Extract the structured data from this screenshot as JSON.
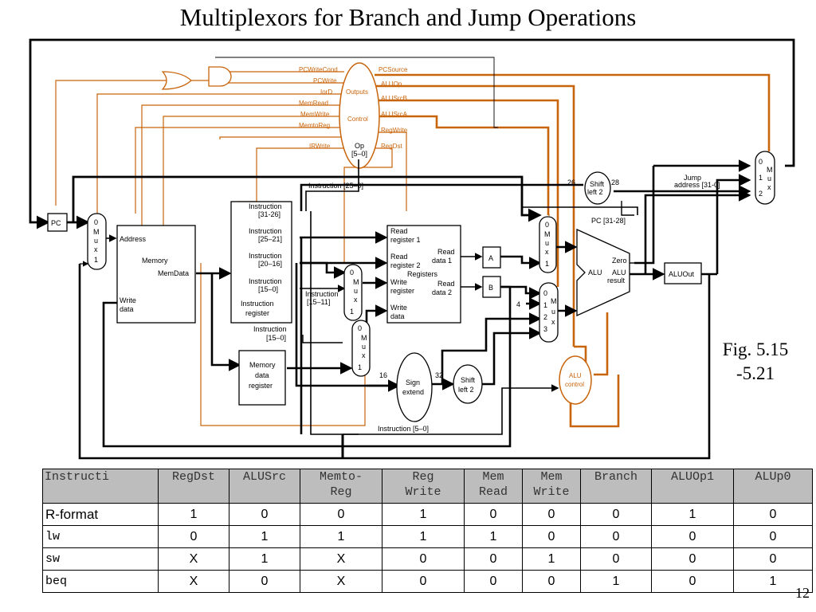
{
  "title": "Multiplexors for Branch and Jump Operations",
  "figure_ref": "Fig. 5.15 -5.21",
  "page_number": "12",
  "colors": {
    "control": "#c8640a",
    "datapath": "#000000",
    "header_bg": "#bdbdbd"
  },
  "diagram": {
    "pc": "PC",
    "mux_labels": [
      "0",
      "M",
      "u",
      "x",
      "1"
    ],
    "mux_alu_b": [
      "0",
      "1",
      "2",
      "3"
    ],
    "mux_alu_b_text": [
      "M",
      "u",
      "x"
    ],
    "mux_pc": [
      "0",
      "1",
      "2"
    ],
    "memory": {
      "address": "Address",
      "name": "Memory",
      "memdata": "MemData",
      "write_data_1": "Write",
      "write_data_2": "data"
    },
    "instruction_register": {
      "f1": "Instruction",
      "f1b": "[31-26]",
      "f2": "Instruction",
      "f2b": "[25–21]",
      "f3": "Instruction",
      "f3b": "[20–16]",
      "f4": "Instruction",
      "f4b": "[15–0]",
      "name1": "Instruction",
      "name2": "register"
    },
    "instr_15_11_1": "Instruction",
    "instr_15_11_2": "[15–11]",
    "instr_15_0_1": "Instruction",
    "instr_15_0_2": "[15–0]",
    "instr_25_0": "Instruction [25–0]",
    "instr_5_0": "Instruction [5–0]",
    "mdr": [
      "Memory",
      "data",
      "register"
    ],
    "registers": {
      "rr1a": "Read",
      "rr1b": "register 1",
      "rr2a": "Read",
      "rr2b": "register 2",
      "regs": "Registers",
      "wra": "Write",
      "wrb": "register",
      "wda": "Write",
      "wdb": "data",
      "rd1a": "Read",
      "rd1b": "data 1",
      "rd2a": "Read",
      "rd2b": "data 2"
    },
    "reg_a": "A",
    "reg_b": "B",
    "const_4": "4",
    "sign_extend": [
      "Sign",
      "extend"
    ],
    "bits_16": "16",
    "bits_32": "32",
    "shift_left_2": [
      "Shift",
      "left 2"
    ],
    "shift_left_2_top": [
      "Shift",
      "left 2"
    ],
    "bits_26": "26",
    "bits_28": "28",
    "pc_31_28": "PC [31-28]",
    "jump_address": [
      "Jump",
      "address [31-0]"
    ],
    "alu": {
      "alu": "ALU",
      "zero": "Zero",
      "result1": "ALU",
      "result2": "result"
    },
    "alu_out": "ALUOut",
    "alu_control": [
      "ALU",
      "control"
    ],
    "control": {
      "outputs": "Outputs",
      "control": "Control",
      "op": "Op",
      "op_bits": "[5–0]"
    },
    "signals_left": [
      "PCWriteCond",
      "PCWrite",
      "IorD",
      "MemRead",
      "MemWrite",
      "MemtoReg",
      "IRWrite"
    ],
    "signals_right": [
      "PCSource",
      "ALUOp",
      "ALUSrcB",
      "ALUSrcA",
      "RegWrite",
      "RegDst"
    ]
  },
  "table": {
    "headers": [
      "Instructi",
      "RegDst",
      "ALUSrc",
      "Memto-\nReg",
      "Reg\nWrite",
      "Mem\nRead",
      "Mem\nWrite",
      "Branch",
      "ALUOp1",
      "ALUp0"
    ],
    "rows": [
      [
        "R-format",
        "1",
        "0",
        "0",
        "1",
        "0",
        "0",
        "0",
        "1",
        "0"
      ],
      [
        "lw",
        "0",
        "1",
        "1",
        "1",
        "1",
        "0",
        "0",
        "0",
        "0"
      ],
      [
        "sw",
        "X",
        "1",
        "X",
        "0",
        "0",
        "1",
        "0",
        "0",
        "0"
      ],
      [
        "beq",
        "X",
        "0",
        "X",
        "0",
        "0",
        "0",
        "1",
        "0",
        "1"
      ]
    ]
  }
}
